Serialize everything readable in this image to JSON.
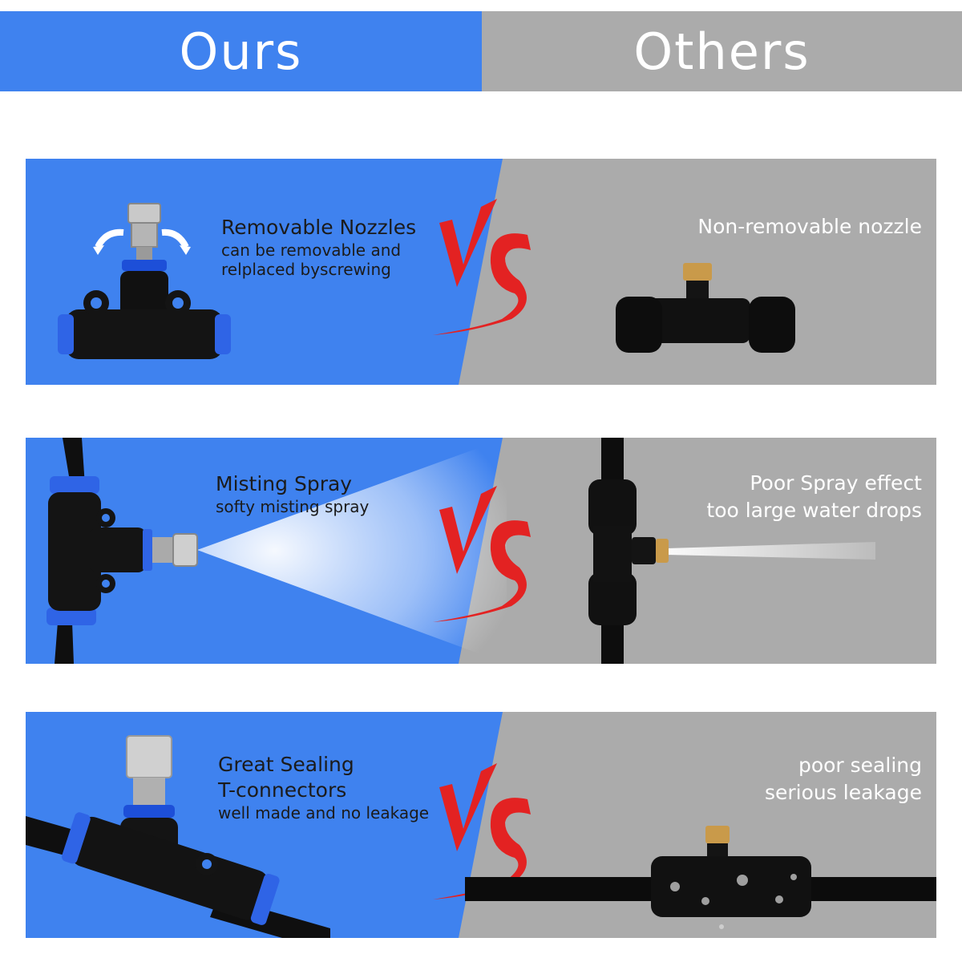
{
  "colors": {
    "ours_blue": "#3f82ef",
    "others_gray": "#ababab",
    "vs_red": "#e32222"
  },
  "header": {
    "ours": "Ours",
    "others": "Others"
  },
  "vs_label": "VS",
  "rows": [
    {
      "ours_title": "Removable Nozzles",
      "ours_line1": "can be removable and",
      "ours_line2": "relplaced byscrewing",
      "others_line1": "Non-removable nozzle",
      "others_line2": ""
    },
    {
      "ours_title": "Misting Spray",
      "ours_line1": "softy misting spray",
      "ours_line2": "",
      "others_line1": "Poor Spray effect",
      "others_line2": "too large water drops"
    },
    {
      "ours_title": "Great Sealing",
      "ours_title2": "T-connectors",
      "ours_line1": "well made and no leakage",
      "ours_line2": "",
      "others_line1": "poor sealing",
      "others_line2": "serious leakage"
    }
  ]
}
